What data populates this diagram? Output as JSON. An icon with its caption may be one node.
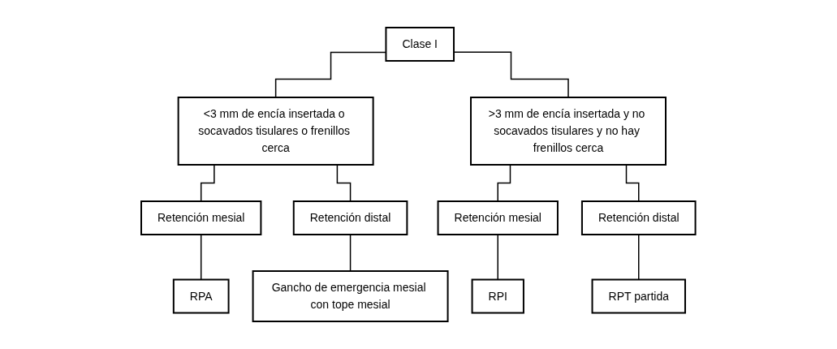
{
  "diagram": {
    "nodes": [
      {
        "text": [
          "Clase I"
        ]
      },
      {
        "text": [
          "<3 mm de encía insertada o socavados tisulares o frenillos cerca"
        ]
      },
      {
        "text": [
          ">3 mm de encía insertada y no socavados tisulares y no hay frenillos cerca"
        ]
      },
      {
        "text": [
          "Retención mesial"
        ]
      },
      {
        "text": [
          "Retención distal"
        ]
      },
      {
        "text": [
          "Retención mesial"
        ]
      },
      {
        "text": [
          "Retención distal"
        ]
      },
      {
        "text": [
          "RPA"
        ]
      },
      {
        "text": [
          "Gancho de emergencia mesial con tope mesial"
        ]
      },
      {
        "text": [
          "RPI"
        ]
      },
      {
        "text": [
          "RPT partida"
        ]
      }
    ],
    "edges": [
      {
        "from": 0,
        "to": 1,
        "arrow": "none"
      },
      {
        "from": 0,
        "to": 2,
        "arrow": "none"
      },
      {
        "from": 1,
        "to": 3,
        "arrow": "none"
      },
      {
        "from": 1,
        "to": 4,
        "arrow": "none"
      },
      {
        "from": 2,
        "to": 5,
        "arrow": "none"
      },
      {
        "from": 2,
        "to": 6,
        "arrow": "none"
      },
      {
        "from": 3,
        "to": 7,
        "arrow": "none"
      },
      {
        "from": 4,
        "to": 8,
        "arrow": "none"
      },
      {
        "from": 5,
        "to": 9,
        "arrow": "none"
      },
      {
        "from": 6,
        "to": 10,
        "arrow": "none"
      }
    ]
  }
}
